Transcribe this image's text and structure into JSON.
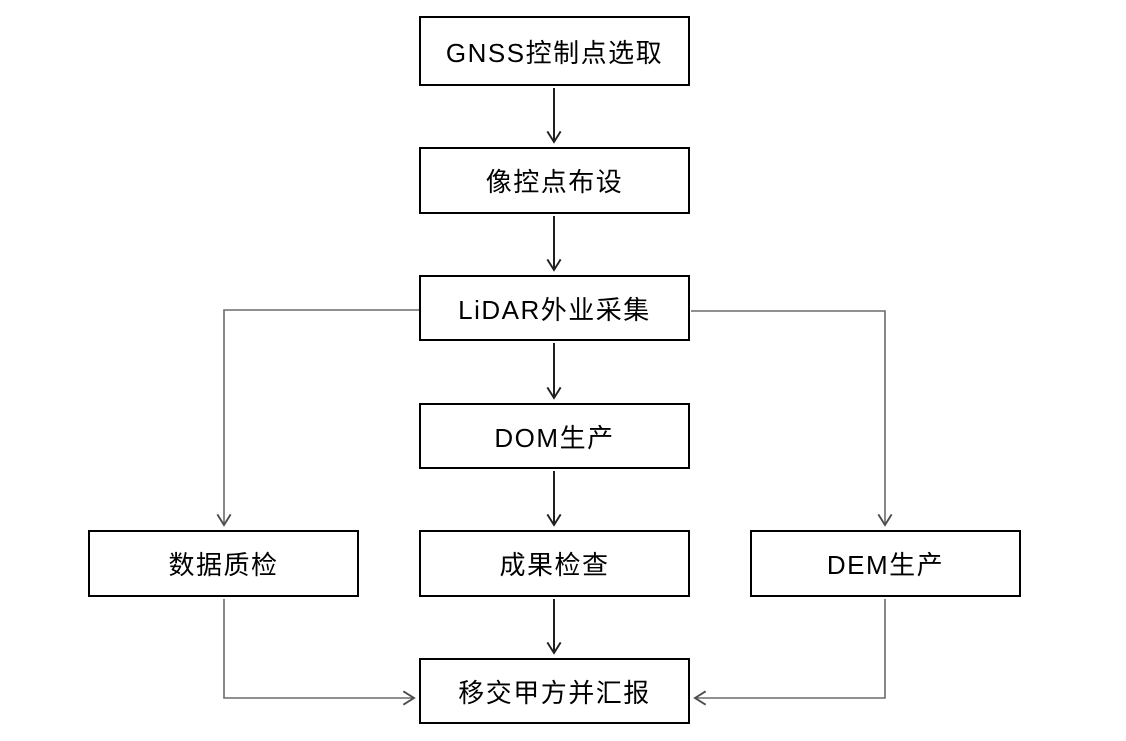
{
  "diagram": {
    "type": "flowchart",
    "background_color": "#ffffff",
    "box_border_color": "#000000",
    "text_color": "#000000",
    "main_line_color": "#1f1f1f",
    "branch_line_color": "#6b6b6b",
    "nodes": [
      {
        "id": "gnss-control-point-selection",
        "label": "GNSS控制点选取"
      },
      {
        "id": "image-control-point-layout",
        "label": "像控点布设"
      },
      {
        "id": "lidar-field-collection",
        "label": "LiDAR外业采集"
      },
      {
        "id": "dom-production",
        "label": "DOM生产"
      },
      {
        "id": "data-quality-check",
        "label": "数据质检"
      },
      {
        "id": "result-inspection",
        "label": "成果检查"
      },
      {
        "id": "dem-production",
        "label": "DEM生产"
      },
      {
        "id": "handover-to-client-and-report",
        "label": "移交甲方并汇报"
      }
    ],
    "edges": [
      {
        "from": "gnss-control-point-selection",
        "to": "image-control-point-layout"
      },
      {
        "from": "image-control-point-layout",
        "to": "lidar-field-collection"
      },
      {
        "from": "lidar-field-collection",
        "to": "dom-production"
      },
      {
        "from": "lidar-field-collection",
        "to": "data-quality-check"
      },
      {
        "from": "lidar-field-collection",
        "to": "dem-production"
      },
      {
        "from": "dom-production",
        "to": "result-inspection"
      },
      {
        "from": "result-inspection",
        "to": "handover-to-client-and-report"
      },
      {
        "from": "data-quality-check",
        "to": "handover-to-client-and-report"
      },
      {
        "from": "dem-production",
        "to": "handover-to-client-and-report"
      }
    ]
  }
}
